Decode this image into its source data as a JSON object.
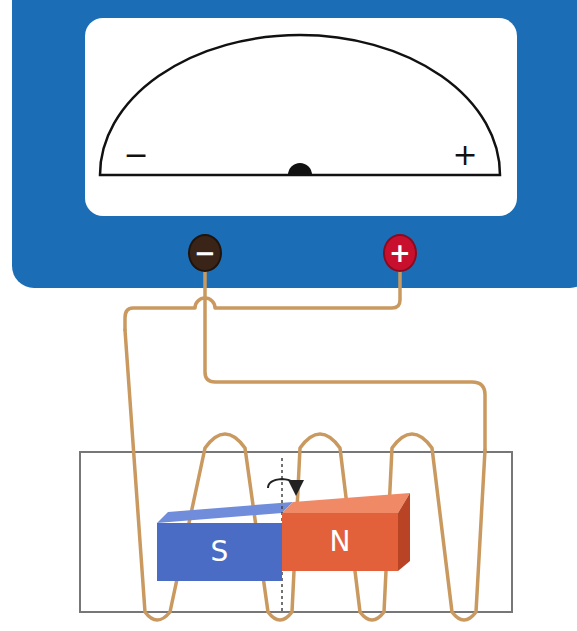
{
  "diagram": {
    "nodes": [
      {
        "text": [
          "−"
        ]
      },
      {
        "text": [
          "+"
        ]
      },
      {
        "text": [
          "S"
        ]
      },
      {
        "text": [
          "N"
        ]
      }
    ],
    "labels": [
      "−",
      "+"
    ]
  }
}
